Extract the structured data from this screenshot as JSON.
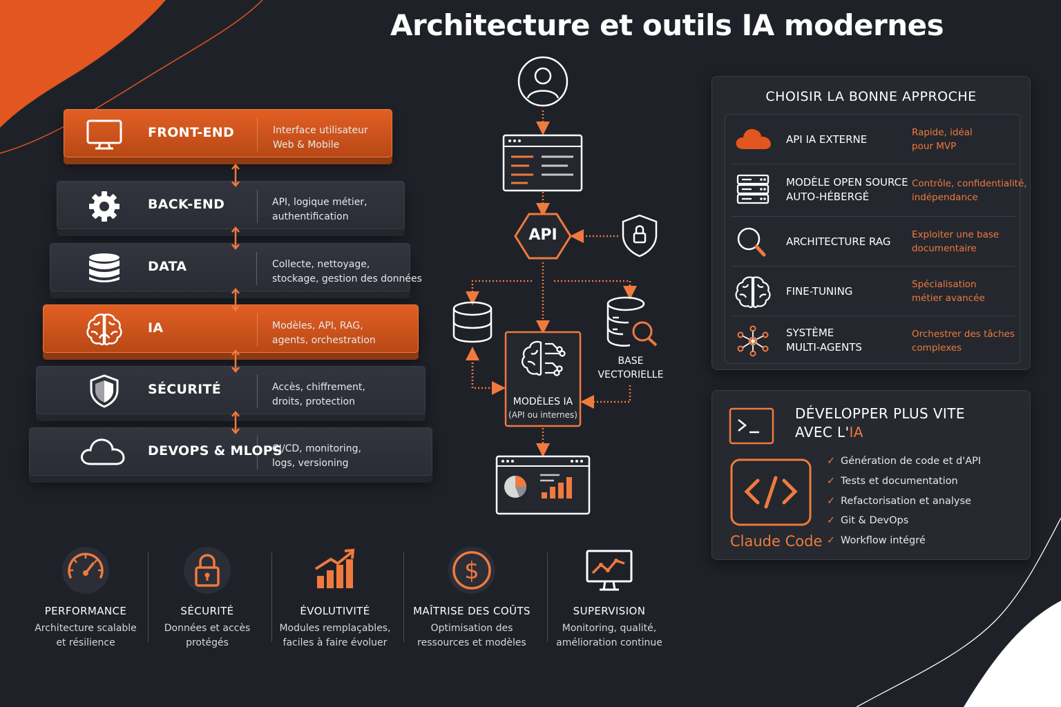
{
  "title": "Architecture et outils IA modernes",
  "colors": {
    "accent": "#e25f24",
    "accent_light": "#f07a3e",
    "background": "#1f2128",
    "card": "#2d3038"
  },
  "layers": [
    {
      "name": "FRONT-END",
      "icon": "monitor-icon",
      "highlighted": true,
      "desc": [
        "Interface utilisateur",
        "Web & Mobile"
      ]
    },
    {
      "name": "BACK-END",
      "icon": "gear-icon",
      "highlighted": false,
      "desc": [
        "API, logique métier,",
        "authentification"
      ]
    },
    {
      "name": "DATA",
      "icon": "database-icon",
      "highlighted": false,
      "desc": [
        "Collecte, nettoyage,",
        "stockage, gestion des données"
      ]
    },
    {
      "name": "IA",
      "icon": "brain-icon",
      "highlighted": true,
      "desc": [
        "Modèles, API, RAG,",
        "agents, orchestration"
      ]
    },
    {
      "name": "SÉCURITÉ",
      "icon": "shield-icon",
      "highlighted": false,
      "desc": [
        "Accès, chiffrement,",
        "droits, protection"
      ]
    },
    {
      "name": "DEVOPS & MLOPS",
      "icon": "cloud-icon",
      "highlighted": false,
      "desc": [
        "CI/CD, monitoring,",
        "logs, versioning"
      ]
    }
  ],
  "flow": {
    "api_label": "API",
    "models_label": "MODÈLES IA",
    "models_sub": "(API ou internes)",
    "vector_label": [
      "BASE",
      "VECTORIELLE"
    ],
    "icons": [
      "user-icon",
      "app-window-icon",
      "lock-shield-icon",
      "database-icon",
      "vector-db-search-icon",
      "brain-circuit-icon",
      "dashboard-icon"
    ]
  },
  "approach": {
    "title": "CHOISIR LA BONNE APPROCHE",
    "rows": [
      {
        "icon": "cloud-icon",
        "name": [
          "API IA EXTERNE"
        ],
        "desc": [
          "Rapide, idéal",
          "pour MVP"
        ]
      },
      {
        "icon": "server-icon",
        "name": [
          "MODÈLE OPEN SOURCE",
          "AUTO-HÉBERGÉ"
        ],
        "desc": [
          "Contrôle, confidentialité,",
          "indépendance"
        ]
      },
      {
        "icon": "search-icon",
        "name": [
          "ARCHITECTURE RAG"
        ],
        "desc": [
          "Exploiter une base",
          "documentaire"
        ]
      },
      {
        "icon": "brain-icon",
        "name": [
          "FINE-TUNING"
        ],
        "desc": [
          "Spécialisation",
          "métier avancée"
        ]
      },
      {
        "icon": "network-icon",
        "name": [
          "SYSTÈME",
          "MULTI-AGENTS"
        ],
        "desc": [
          "Orchestrer des tâches",
          "complexes"
        ]
      }
    ]
  },
  "dev": {
    "title_line1": "DÉVELOPPER PLUS VITE",
    "title_line2_prefix": "AVEC L'",
    "title_line2_highlight": "IA",
    "tool": "Claude Code",
    "checks": [
      "Génération de code et d'API",
      "Tests et documentation",
      "Refactorisation et analyse",
      "Git & DevOps",
      "Workflow intégré"
    ]
  },
  "benefits": [
    {
      "icon": "gauge-icon",
      "title": "PERFORMANCE",
      "desc": [
        "Architecture scalable",
        "et résilience"
      ]
    },
    {
      "icon": "padlock-icon",
      "title": "SÉCURITÉ",
      "desc": [
        "Données et accès",
        "protégés"
      ]
    },
    {
      "icon": "growth-chart-icon",
      "title": "ÉVOLUTIVITÉ",
      "desc": [
        "Modules remplaçables,",
        "faciles à faire évoluer"
      ]
    },
    {
      "icon": "dollar-coin-icon",
      "title": "MAÎTRISE DES COÛTS",
      "desc": [
        "Optimisation des",
        "ressources et modèles"
      ]
    },
    {
      "icon": "monitor-chart-icon",
      "title": "SUPERVISION",
      "desc": [
        "Monitoring, qualité,",
        "amélioration continue"
      ]
    }
  ]
}
